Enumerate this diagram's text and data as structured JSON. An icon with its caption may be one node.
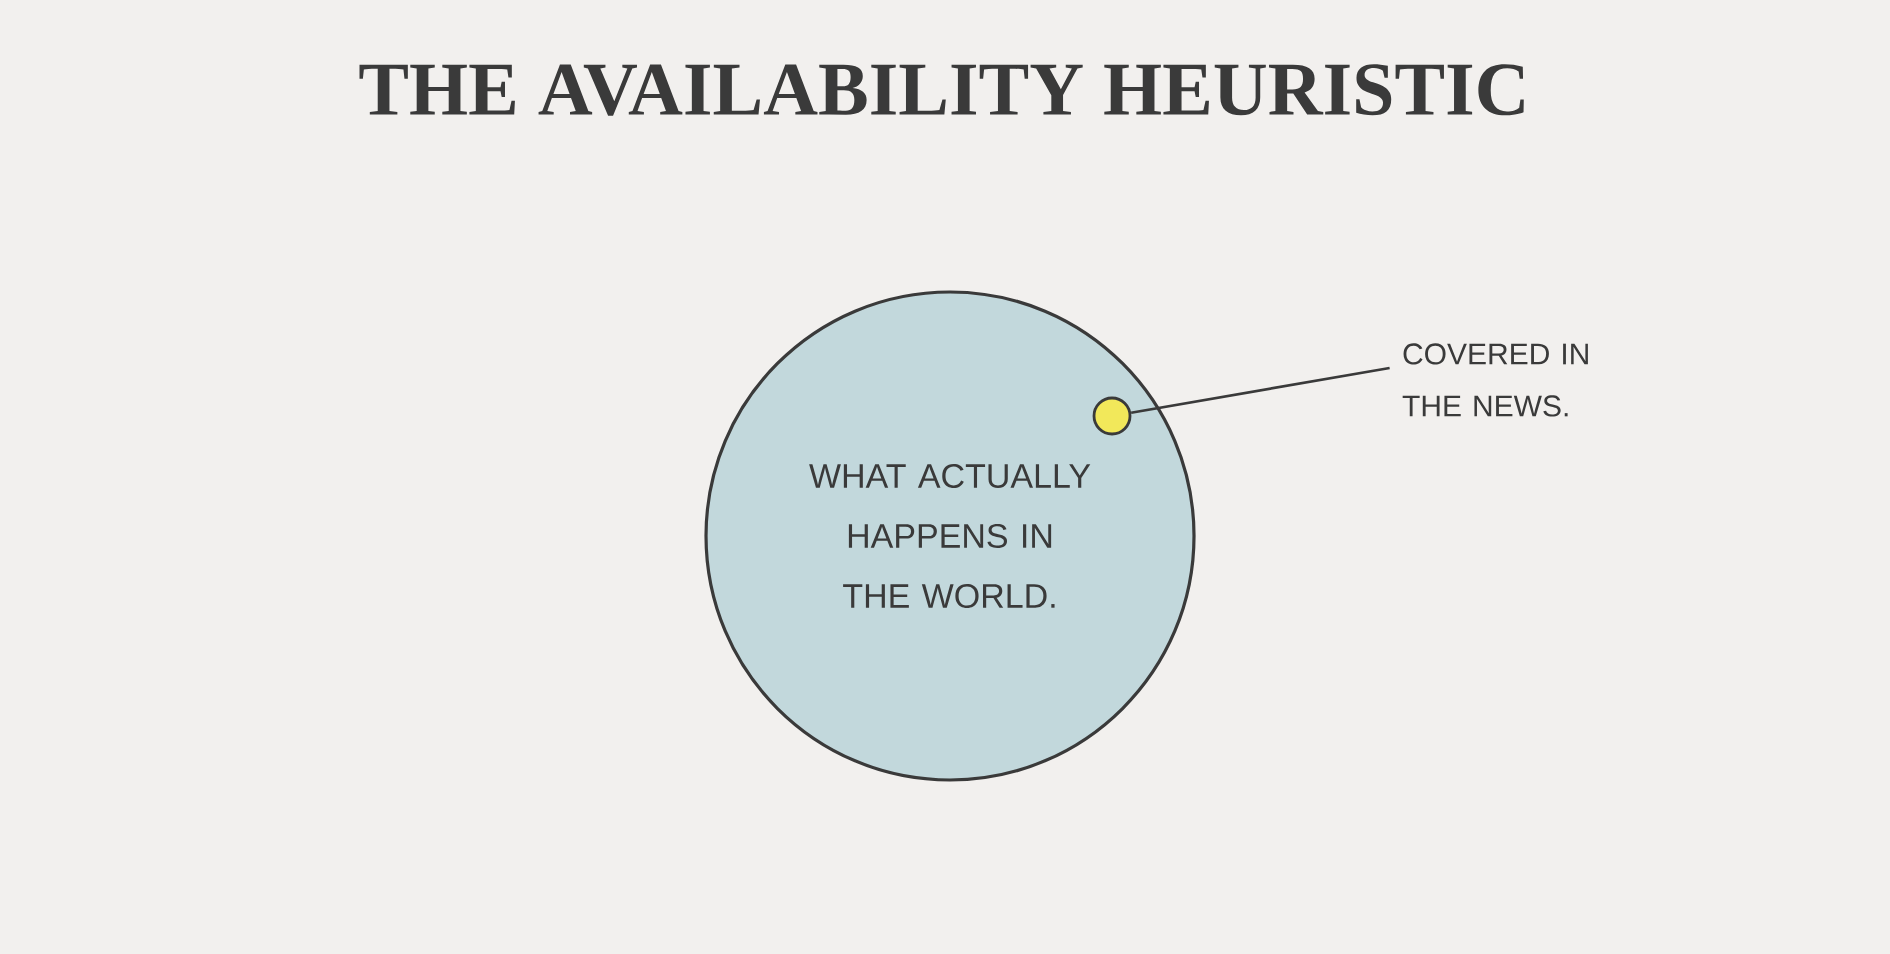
{
  "diagram": {
    "title": "THE AVAILABILITY HEURISTIC",
    "nodes": [
      {
        "text": [
          "WHAT ACTUALLY HAPPENS IN THE WORLD."
        ]
      },
      {
        "text": [],
        "shape": "circle",
        "in": 0
      },
      {
        "text": [
          "COVERED IN THE NEWS."
        ]
      }
    ],
    "edges": [
      {
        "from": 2,
        "to": 1,
        "arrow": "none"
      }
    ]
  }
}
